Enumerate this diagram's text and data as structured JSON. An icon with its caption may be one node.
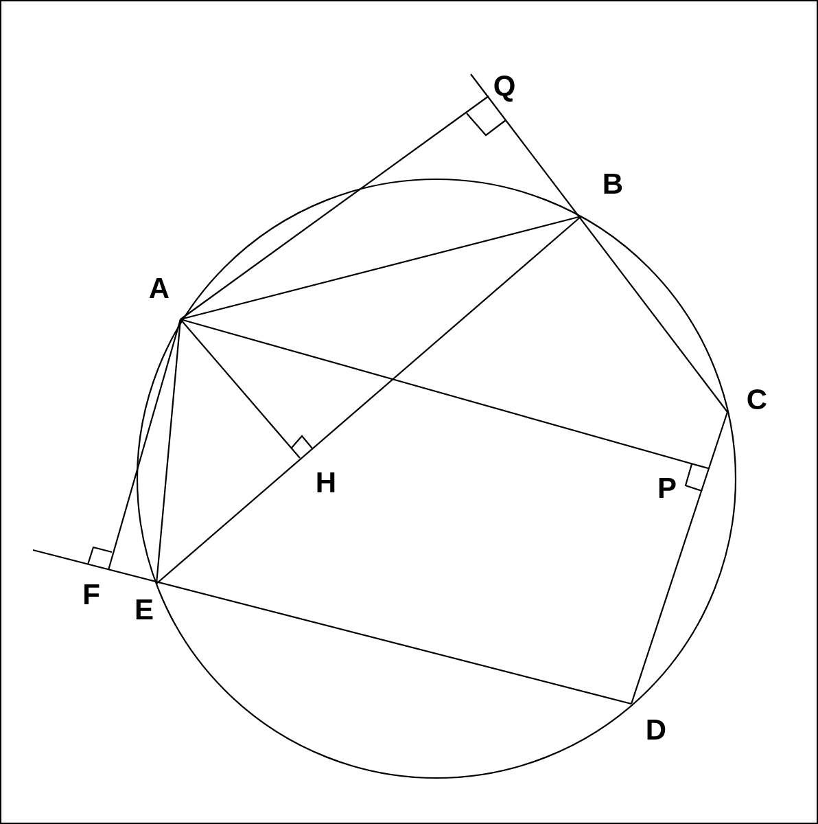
{
  "diagram": {
    "labels": [
      "Q",
      "B",
      "A",
      "C",
      "H",
      "P",
      "F",
      "E",
      "D"
    ]
  }
}
